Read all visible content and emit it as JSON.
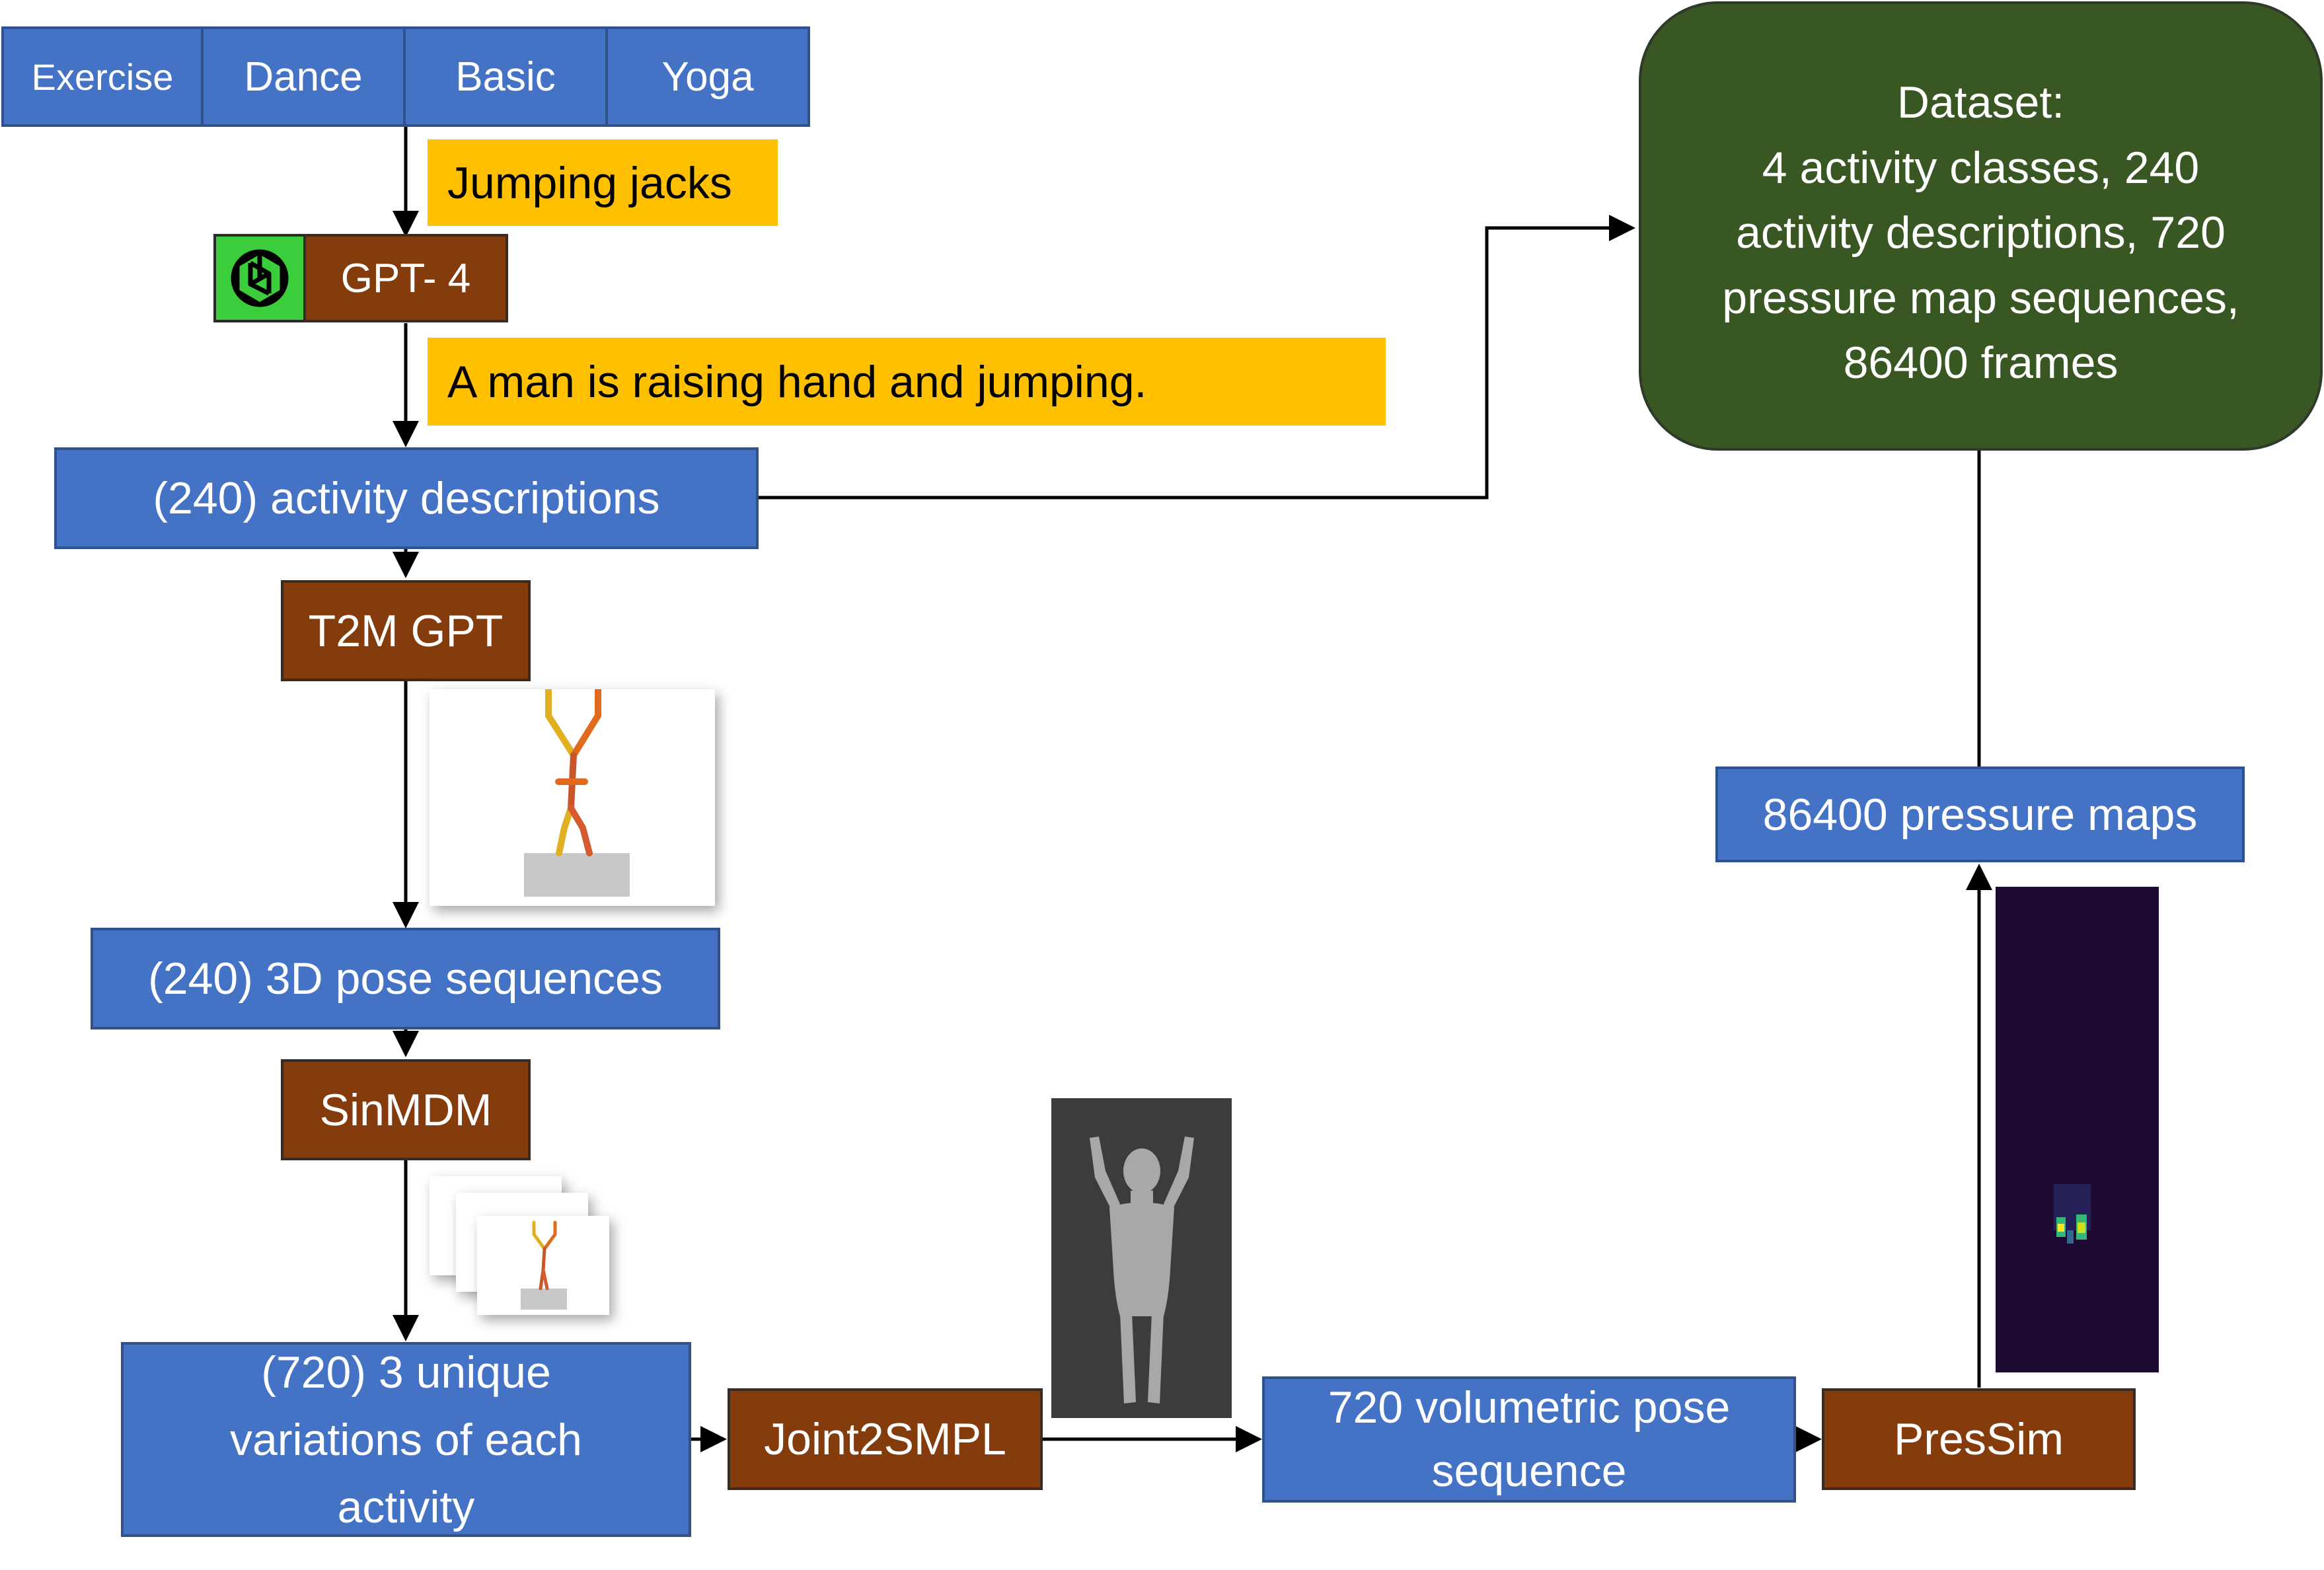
{
  "categories": [
    "Exercise",
    "Dance",
    "Basic",
    "Yoga"
  ],
  "example_activity": "Jumping jacks",
  "gpt4_label": "GPT- 4",
  "example_description": "A man is raising hand and jumping.",
  "activity_descriptions": "(240) activity descriptions",
  "t2m_gpt": "T2M GPT",
  "pose_sequences": "(240) 3D pose sequences",
  "sinmdm": "SinMDM",
  "unique_variations": "(720) 3 unique\nvariations of each\nactivity",
  "joint2smpl": "Joint2SMPL",
  "volumetric_pose": "720 volumetric pose\nsequence",
  "pressim": "PresSim",
  "pressure_maps": "86400 pressure maps",
  "dataset": "Dataset:\n4 activity classes, 240\nactivity descriptions, 720\npressure map sequences,\n86400 frames",
  "colors": {
    "blue_box": "#4472c4",
    "brown_box": "#843c0c",
    "yellow_box": "#ffc000",
    "green_box": "#385723",
    "openai_logo_bg": "#3ccd3c",
    "pressure_map_bg": "#1e0b33"
  },
  "icons": [
    "openai-logo-icon",
    "stick-figure-image",
    "smpl-mesh-image",
    "pressure-map-image"
  ]
}
